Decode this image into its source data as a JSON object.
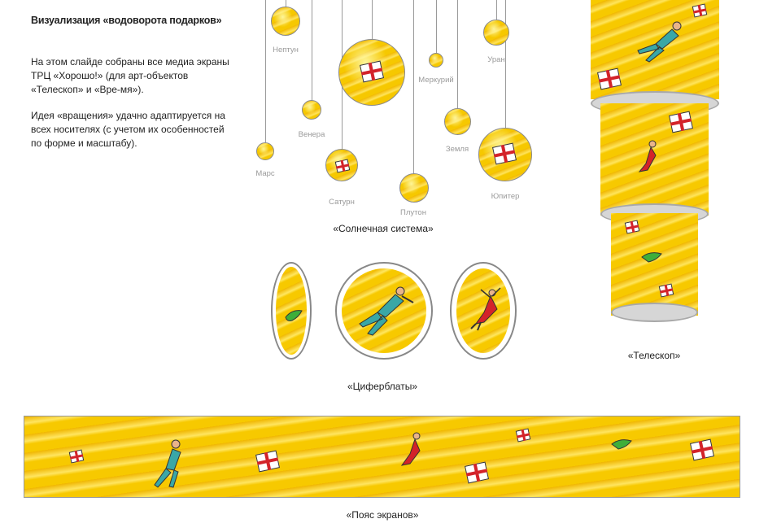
{
  "heading": "Визуализация «водоворота подарков»",
  "paragraph1": "На этом слайде собраны все медиа экраны ТРЦ «Хорошо!» (для арт-объектов «Телескоп» и «Вре-мя»).",
  "paragraph2": "Идея «вращения» удачно адаптируется на всех носителях (с учетом их особенностей по форме и масштабу).",
  "planets": [
    {
      "label": "Нептун"
    },
    {
      "label": "Уран"
    },
    {
      "label": "Меркурий"
    },
    {
      "label": "Венера"
    },
    {
      "label": "Земля"
    },
    {
      "label": "Марс"
    },
    {
      "label": "Сатурн"
    },
    {
      "label": "Плутон"
    },
    {
      "label": "Юпитер"
    }
  ],
  "captions": {
    "solar": "«Солнечная система»",
    "dials": "«Циферблаты»",
    "telescope": "«Телескоп»",
    "belt": "«Пояс экранов»"
  },
  "colors": {
    "yellow": "#f6c800",
    "gift_ribbon": "#d3232a",
    "man_shirt": "#3aa7a6",
    "woman_dress": "#d3232a",
    "green_figure": "#3fae3a"
  }
}
